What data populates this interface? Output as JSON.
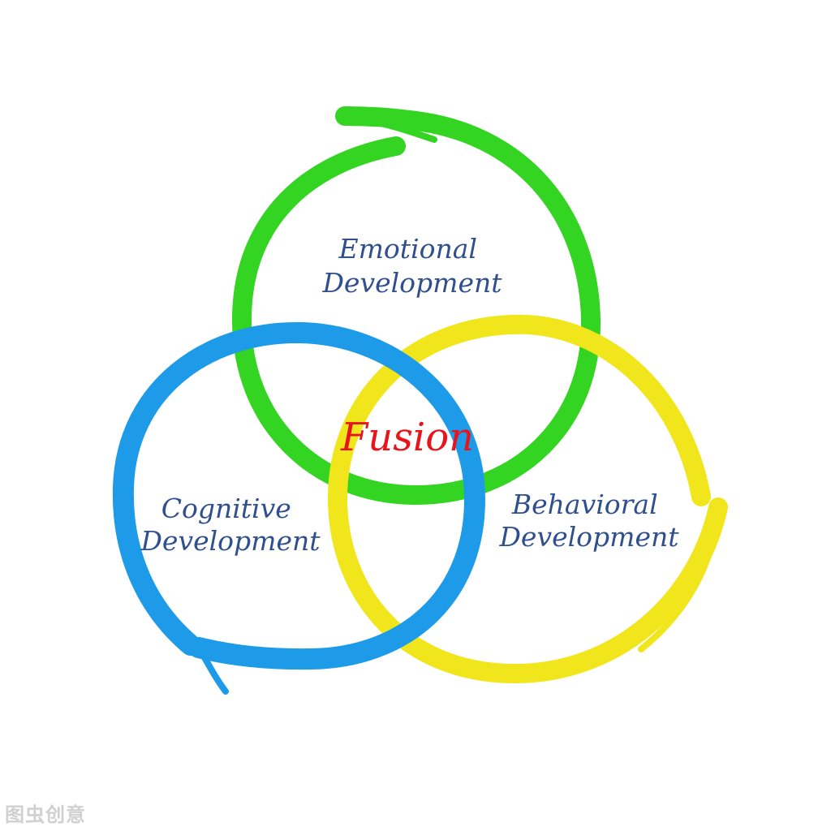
{
  "diagram": {
    "center_label": "Fusion",
    "circles": [
      {
        "id": "emotional",
        "label_lines": [
          "Emotional",
          "Development"
        ],
        "color": "#33d422"
      },
      {
        "id": "cognitive",
        "label_lines": [
          "Cognitive",
          "Development"
        ],
        "color": "#1d9be8"
      },
      {
        "id": "behavioral",
        "label_lines": [
          "Behavioral",
          "Development"
        ],
        "color": "#f1e51c"
      }
    ],
    "label_color": "#2f4f8f",
    "center_label_color": "#e8141c"
  },
  "watermark": {
    "text": "图虫创意"
  }
}
